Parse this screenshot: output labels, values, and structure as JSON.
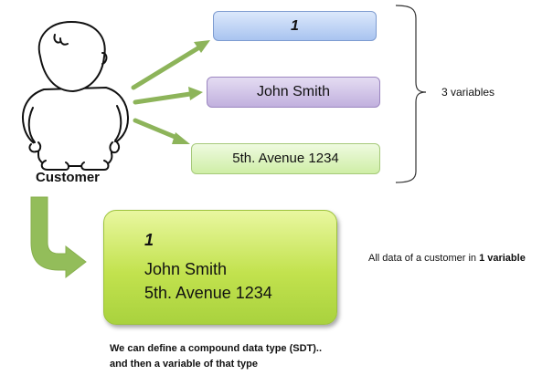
{
  "fields": {
    "id_value": "1",
    "name_value": "John Smith",
    "address_value": "5th. Avenue 1234"
  },
  "labels": {
    "three_variables": "3 variables",
    "customer": "Customer",
    "all_data_prefix": "All data of a customer in ",
    "all_data_bold": "1 variable",
    "sdt_line1": "We can define a compound data type (SDT)..",
    "sdt_line2": "and then a variable of that type"
  },
  "colors": {
    "arrow_green": "#8db45a",
    "id_box": "#a9c4f0",
    "name_box": "#c1b0de",
    "address_box": "#cfeea6",
    "big_box": "#c2e24e"
  }
}
